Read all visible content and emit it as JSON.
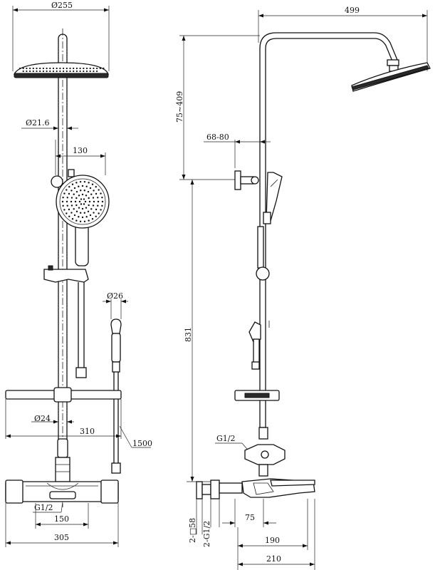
{
  "front_view": {
    "labels": {
      "head_diameter": "Ø255",
      "pipe_diameter": "Ø21.6",
      "hand_shower_width": "130",
      "handle_diameter": "Ø26",
      "bar_diameter": "Ø24",
      "shelf_width": "310",
      "hose_length": "1500",
      "inlet_thread": "G1/2",
      "inlet_spacing": "150",
      "mixer_width": "305"
    }
  },
  "side_view": {
    "labels": {
      "arm_reach": "499",
      "height_adjust": "75~409",
      "wall_bracket": "68-80",
      "riser_height": "831",
      "outlet_thread": "G1/2",
      "connector_size": "2-□58",
      "connector_thread": "2-G1/2",
      "mixer_offset": "75",
      "spout_length_1": "190",
      "spout_length_2": "210"
    }
  }
}
